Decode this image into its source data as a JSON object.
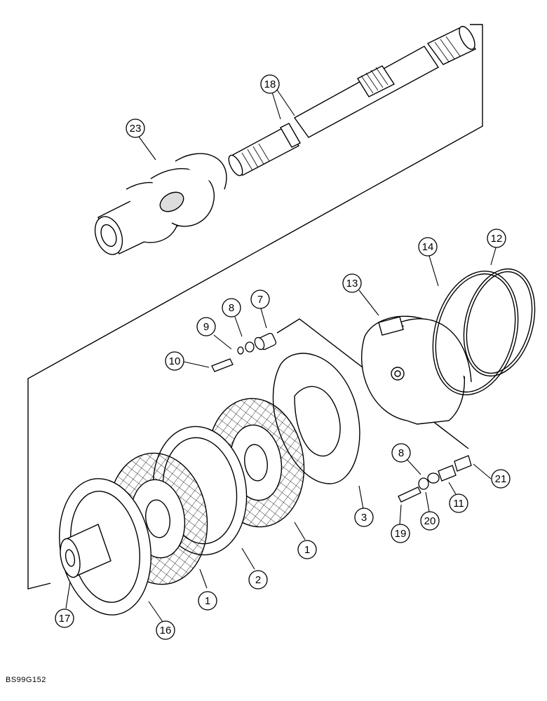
{
  "figure_code": "BS99G152",
  "callouts": [
    {
      "id": "c23",
      "label": "23"
    },
    {
      "id": "c18",
      "label": "18"
    },
    {
      "id": "c14",
      "label": "14"
    },
    {
      "id": "c12",
      "label": "12"
    },
    {
      "id": "c13",
      "label": "13"
    },
    {
      "id": "c7",
      "label": "7"
    },
    {
      "id": "c8a",
      "label": "8"
    },
    {
      "id": "c9",
      "label": "9"
    },
    {
      "id": "c10",
      "label": "10"
    },
    {
      "id": "c8b",
      "label": "8"
    },
    {
      "id": "c21",
      "label": "21"
    },
    {
      "id": "c11",
      "label": "11"
    },
    {
      "id": "c20",
      "label": "20"
    },
    {
      "id": "c19",
      "label": "19"
    },
    {
      "id": "c3",
      "label": "3"
    },
    {
      "id": "c1a",
      "label": "1"
    },
    {
      "id": "c2",
      "label": "2"
    },
    {
      "id": "c1b",
      "label": "1"
    },
    {
      "id": "c16",
      "label": "16"
    },
    {
      "id": "c17",
      "label": "17"
    }
  ]
}
